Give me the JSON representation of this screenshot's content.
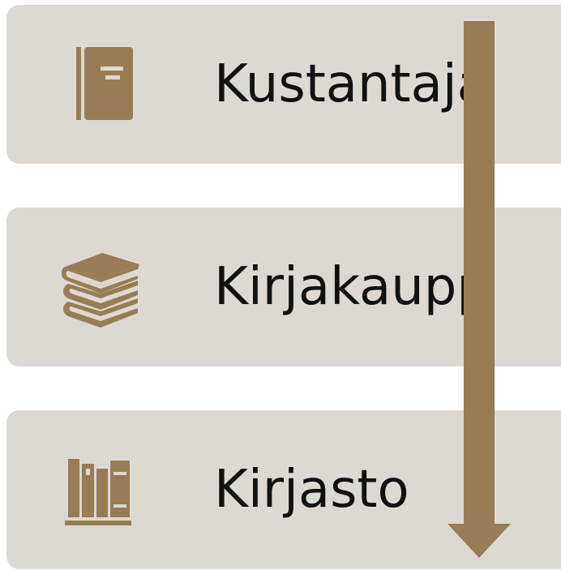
{
  "steps": [
    {
      "label": "Kustantaja",
      "icon": "book-icon"
    },
    {
      "label": "Kirjakaupp",
      "icon": "book-stack-icon"
    },
    {
      "label": "Kirjasto",
      "icon": "library-shelf-icon"
    }
  ],
  "colors": {
    "card_background": "#ddd8d2",
    "accent": "#977d55",
    "text": "#111111"
  },
  "arrow": {
    "direction": "down",
    "icon": "down-arrow-icon"
  }
}
